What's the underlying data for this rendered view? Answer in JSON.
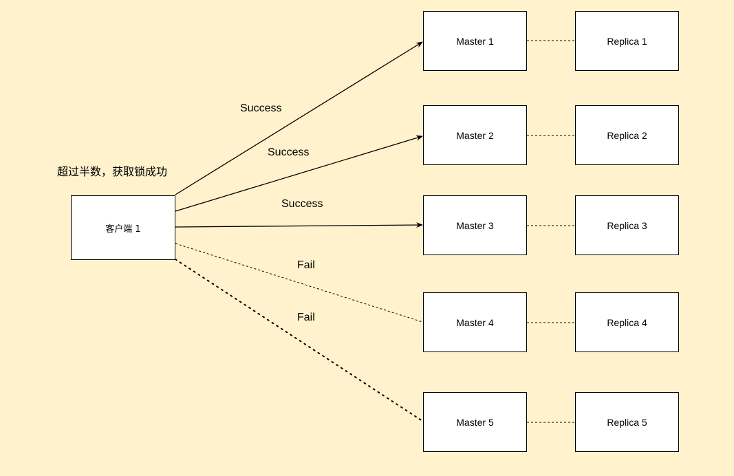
{
  "client": {
    "label": "客户端 1"
  },
  "note": "超过半数，获取锁成功",
  "masters": [
    "Master 1",
    "Master 2",
    "Master 3",
    "Master 4",
    "Master 5"
  ],
  "replicas": [
    "Replica 1",
    "Replica 2",
    "Replica 3",
    "Replica 4",
    "Replica 5"
  ],
  "edges": [
    {
      "label": "Success",
      "status": "success"
    },
    {
      "label": "Success",
      "status": "success"
    },
    {
      "label": "Success",
      "status": "success"
    },
    {
      "label": "Fail",
      "status": "fail"
    },
    {
      "label": "Fail",
      "status": "fail"
    }
  ]
}
